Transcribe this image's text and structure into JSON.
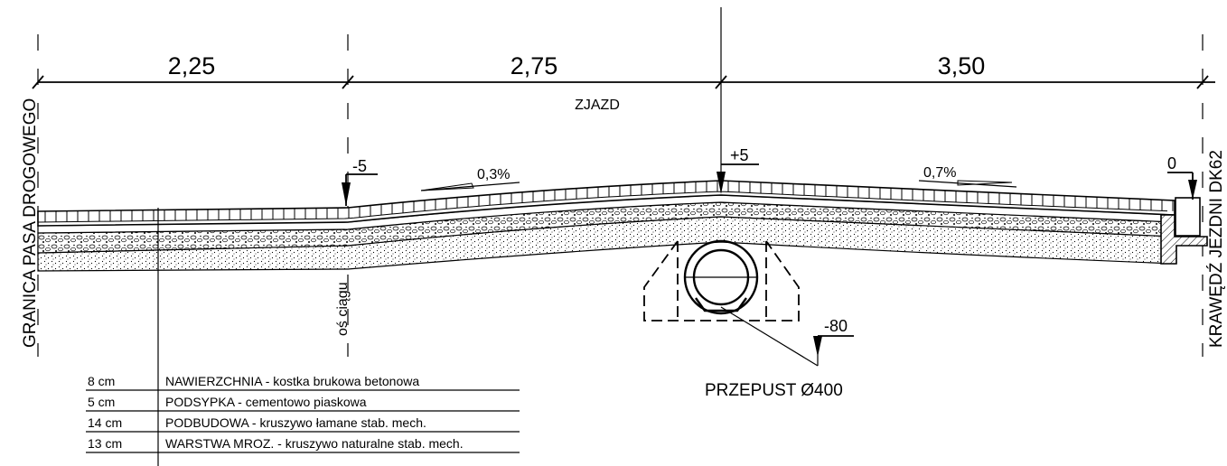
{
  "dimensions": {
    "left": "2,25",
    "middle": "2,75",
    "right": "3,50"
  },
  "labels": {
    "zjazd": "ZJAZD",
    "os_ciagu": "oś ciągu",
    "granica": "GRANICA PASA DROGOWEGO",
    "krawedz": "KRAWĘDŹ JEZDNI DK62",
    "przepust": "PRZEPUST Ø400"
  },
  "elevations": {
    "left": "-5",
    "center": "+5",
    "right": "0",
    "culvert": "-80"
  },
  "slopes": {
    "left": "0,3%",
    "right": "0,7%"
  },
  "layers": [
    {
      "thickness": "8 cm",
      "description": "NAWIERZCHNIA - kostka brukowa betonowa"
    },
    {
      "thickness": "5 cm",
      "description": "PODSYPKA - cementowo piaskowa"
    },
    {
      "thickness": "14 cm",
      "description": "PODBUDOWA - kruszywo łamane stab. mech."
    },
    {
      "thickness": "13 cm",
      "description": "WARSTWA MROZ. - kruszywo naturalne stab. mech."
    }
  ]
}
